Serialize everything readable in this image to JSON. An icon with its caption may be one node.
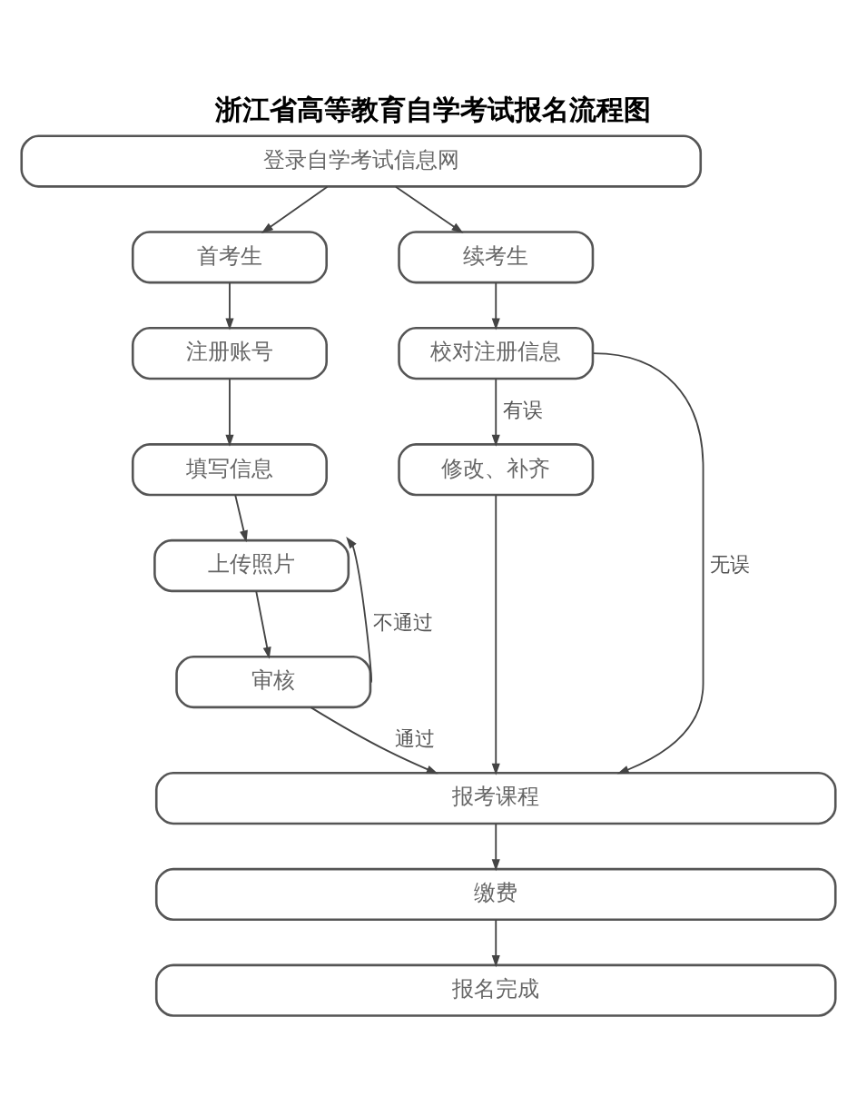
{
  "diagram": {
    "title": "浙江省高等教育自学考试报名流程图",
    "nodes": [
      {
        "text": [
          "登录自学考试信息网"
        ]
      },
      {
        "text": [
          "首考生"
        ]
      },
      {
        "text": [
          "续考生"
        ]
      },
      {
        "text": [
          "注册账号"
        ]
      },
      {
        "text": [
          "校对注册信息"
        ]
      },
      {
        "text": [
          "填写信息"
        ]
      },
      {
        "text": [
          "修改、补齐"
        ]
      },
      {
        "text": [
          "上传照片"
        ]
      },
      {
        "text": [
          "审核"
        ]
      },
      {
        "text": [
          "报考课程"
        ]
      },
      {
        "text": [
          "缴费"
        ]
      },
      {
        "text": [
          "报名完成"
        ]
      }
    ],
    "edges": [
      {
        "from": 0,
        "to": 1,
        "arrow": "to"
      },
      {
        "from": 0,
        "to": 2,
        "arrow": "to"
      },
      {
        "from": 1,
        "to": 3,
        "arrow": "to"
      },
      {
        "from": 2,
        "to": 4,
        "arrow": "to"
      },
      {
        "from": 3,
        "to": 5,
        "arrow": "to"
      },
      {
        "from": 4,
        "to": 6,
        "label": "有误",
        "arrow": "to"
      },
      {
        "from": 4,
        "to": 9,
        "label": "无误",
        "arrow": "to"
      },
      {
        "from": 5,
        "to": 7,
        "arrow": "to"
      },
      {
        "from": 6,
        "to": 9,
        "arrow": "to"
      },
      {
        "from": 7,
        "to": 8,
        "arrow": "to"
      },
      {
        "from": 8,
        "to": 7,
        "label": "不通过",
        "arrow": "to"
      },
      {
        "from": 8,
        "to": 9,
        "label": "通过",
        "arrow": "to"
      },
      {
        "from": 9,
        "to": 10,
        "arrow": "to"
      },
      {
        "from": 10,
        "to": 11,
        "arrow": "to"
      }
    ]
  }
}
